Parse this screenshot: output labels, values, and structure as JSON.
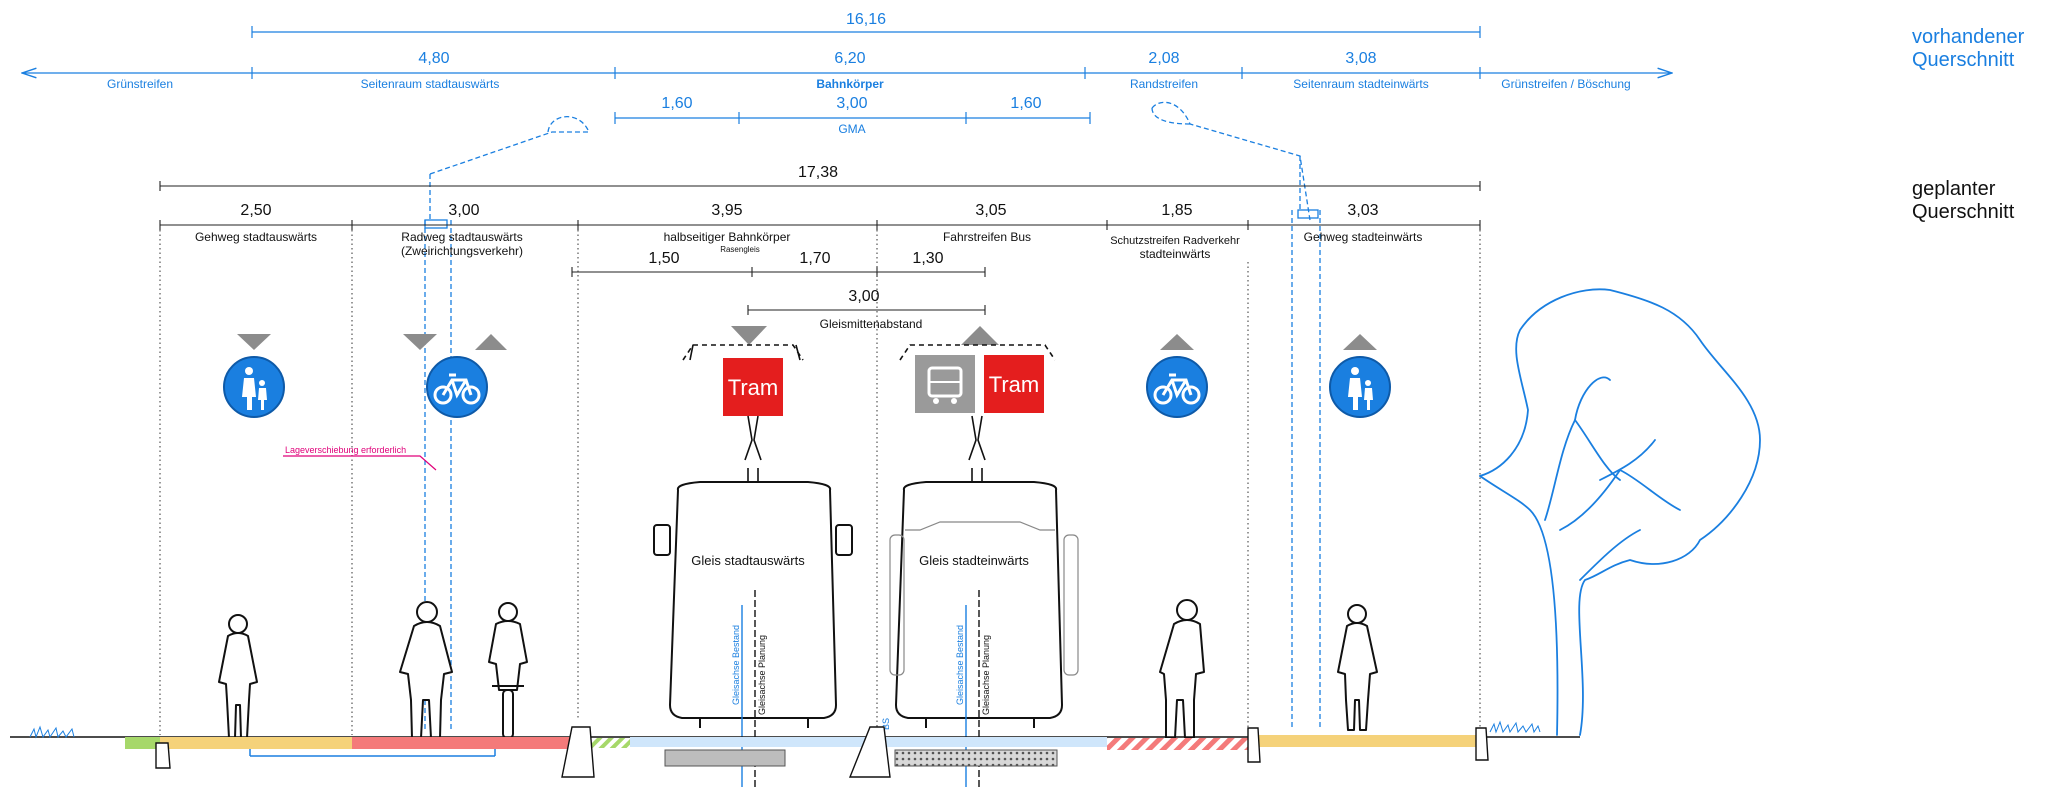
{
  "existing": {
    "title": [
      "vorhandener",
      "Querschnitt"
    ],
    "total": "16,16",
    "segments": [
      {
        "width": "4,80",
        "label": "Seitenraum stadtauswärts"
      },
      {
        "width": "6,20",
        "label": "Bahnkörper"
      },
      {
        "width": "2,08",
        "label": "Randstreifen"
      },
      {
        "width": "3,08",
        "label": "Seitenraum stadteinwärts"
      }
    ],
    "outer_left": "Grünstreifen",
    "outer_right": "Grünstreifen / Böschung",
    "gma": {
      "label": "GMA",
      "parts": [
        "1,60",
        "3,00",
        "1,60"
      ]
    }
  },
  "planned": {
    "title": [
      "geplanter",
      "Querschnitt"
    ],
    "total": "17,38",
    "segments": [
      {
        "width": "2,50",
        "label": [
          "Gehweg stadtauswärts"
        ]
      },
      {
        "width": "3,00",
        "label": [
          "Radweg stadtauswärts",
          "(Zweirichtungsverkehr)"
        ]
      },
      {
        "width": "3,95",
        "label": [
          "halbseitiger Bahnkörper"
        ]
      },
      {
        "width": "3,05",
        "label": [
          "Fahrstreifen Bus"
        ]
      },
      {
        "width": "1,85",
        "label": [
          "Schutzstreifen  Radverkehr",
          "stadteinwärts"
        ]
      },
      {
        "width": "3,03",
        "label": [
          "Gehweg stadteinwärts"
        ]
      }
    ],
    "rasengleis": "Rasengleis",
    "sub_dims": [
      "1,50",
      "1,70",
      "1,30"
    ],
    "gleismitte": {
      "width": "3,00",
      "label": "Gleismittenabstand"
    },
    "note": "Lageverschiebung erforderlich",
    "tracks": [
      {
        "label": "Gleis stadtauswärts",
        "axis_existing": "Gleisachse Bestand",
        "axis_planned": "Gleisachse Planung"
      },
      {
        "label": "Gleis stadteinwärts",
        "axis_existing": "Gleisachse Bestand",
        "axis_planned": "Gleisachse Planung"
      }
    ],
    "tram_sign": "Tram",
    "bs_mark": "BS"
  },
  "colors": {
    "existing_blue": "#1a7fe0",
    "note_magenta": "#e0007a",
    "sign_blue": "#1a7fe0",
    "tram_red": "#e41e1e",
    "arrow_grey": "#8c8c8c",
    "footway_yellow": "#f5d27a",
    "bikeway_red": "#f47a7a",
    "green_strip": "#a6d86a"
  },
  "icons": [
    "pedestrian-sign-icon",
    "bicycle-sign-icon",
    "bus-sign-icon",
    "tram-sign-icon",
    "direction-arrow-icon",
    "tree-icon",
    "tram-vehicle-icon",
    "person-figure-icon",
    "cyclist-figure-icon"
  ]
}
